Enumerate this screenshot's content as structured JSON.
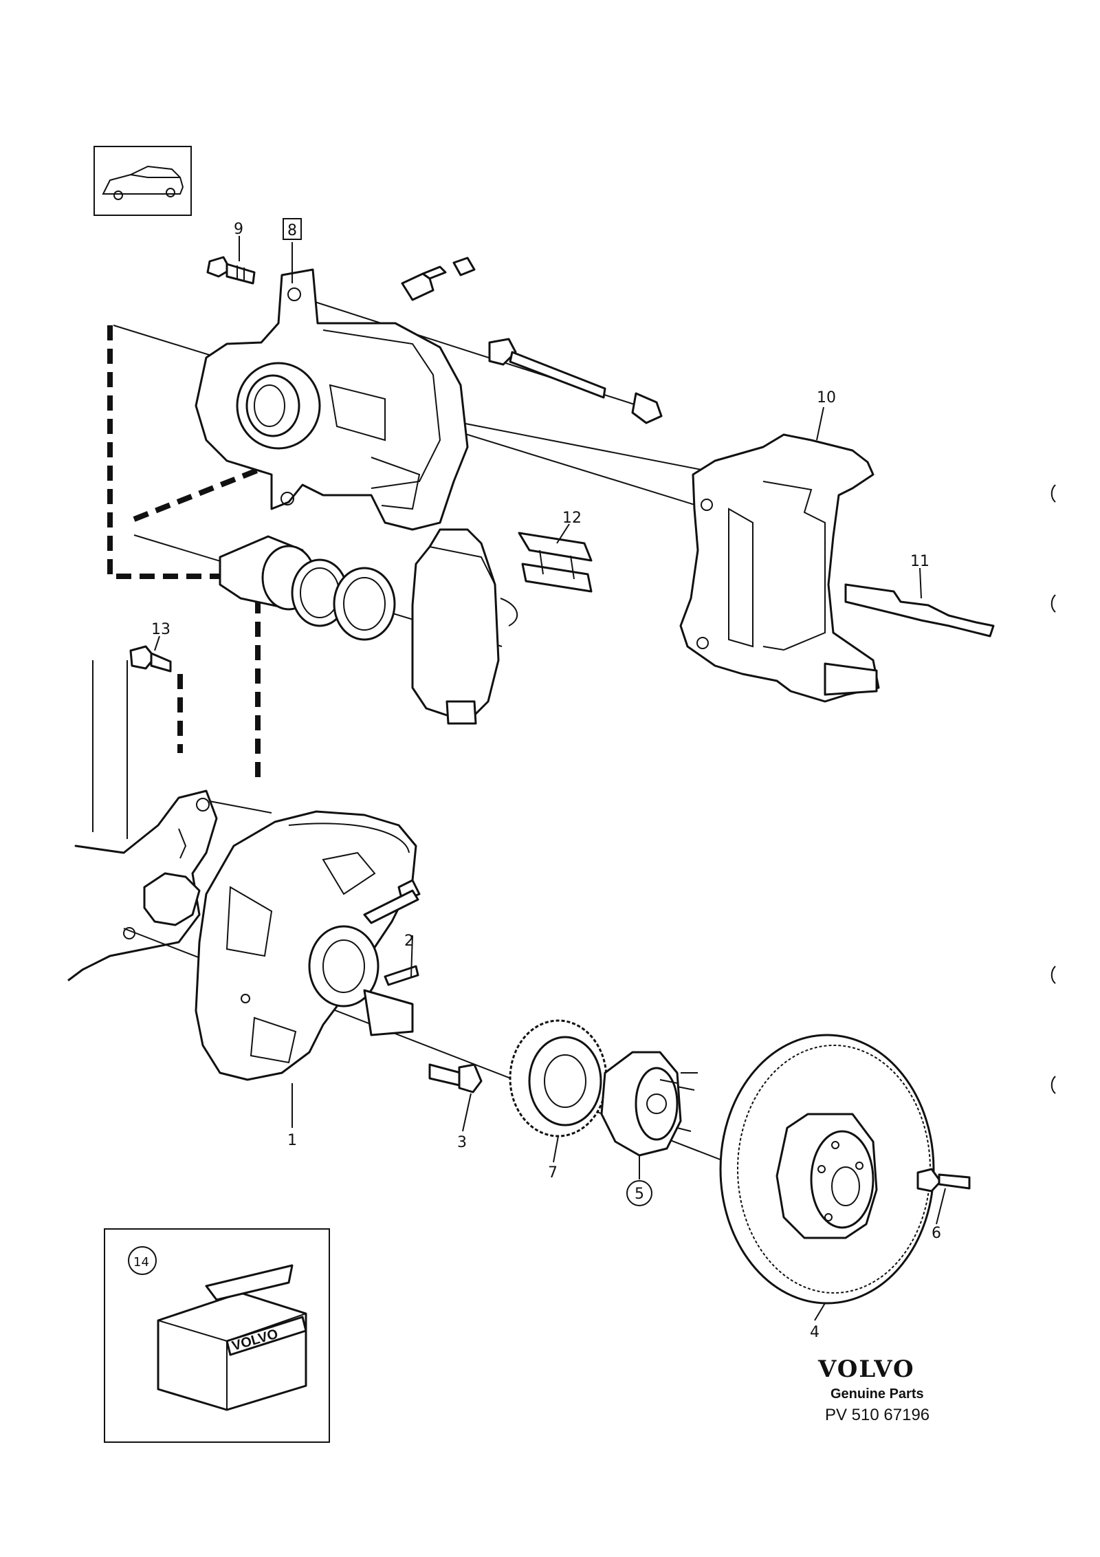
{
  "callouts": {
    "c1": "1",
    "c2": "2",
    "c3": "3",
    "c4": "4",
    "c5": "5",
    "c6": "6",
    "c7": "7",
    "c8": "8",
    "c9": "9",
    "c10": "10",
    "c11": "11",
    "c12": "12",
    "c13": "13",
    "c14": "14"
  },
  "kit_box_label": "VOLVO",
  "brand": {
    "logo": "VOLVO",
    "subtitle": "Genuine Parts",
    "code": "PV 510 67196"
  }
}
